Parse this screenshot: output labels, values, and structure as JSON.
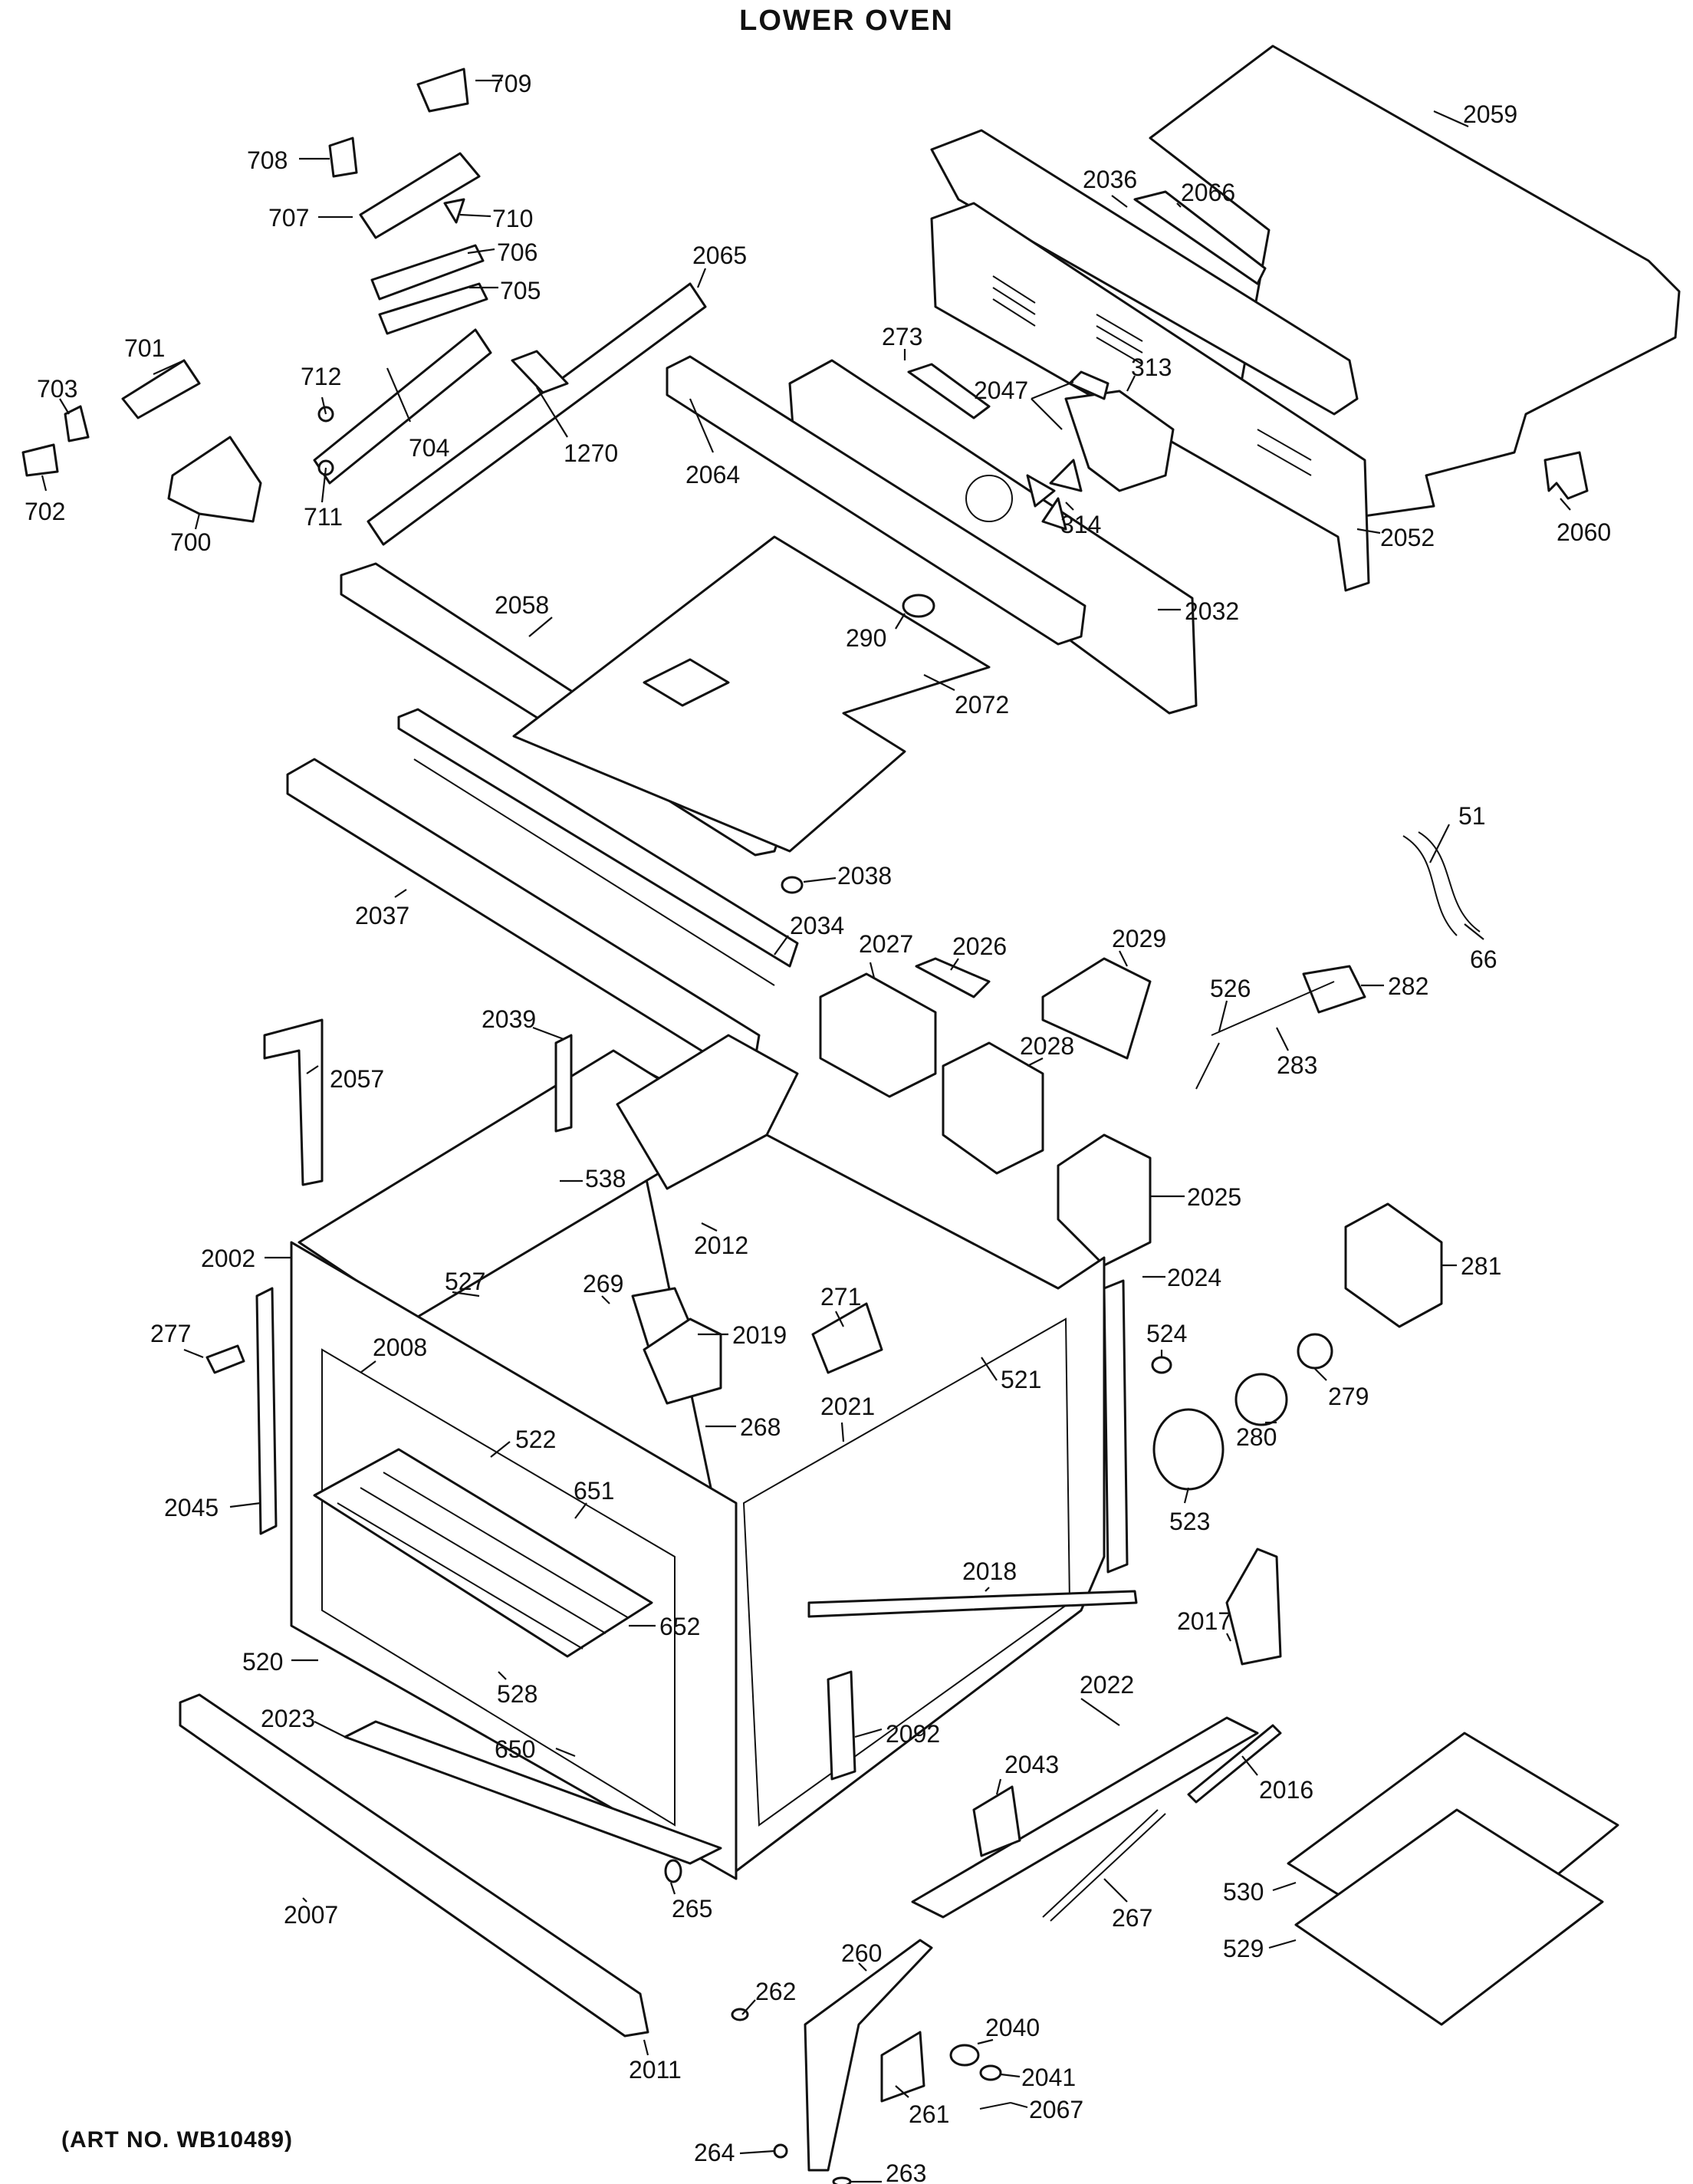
{
  "title": "LOWER OVEN",
  "art_number": "(ART NO. WB10489)",
  "labels": {
    "p709": "709",
    "p708": "708",
    "p707": "707",
    "p710": "710",
    "p706": "706",
    "p705": "705",
    "p704": "704",
    "p712": "712",
    "p711": "711",
    "p701": "701",
    "p703": "703",
    "p702": "702",
    "p700": "700",
    "p1270": "1270",
    "p2065": "2065",
    "p2064": "2064",
    "p2058": "2058",
    "p290": "290",
    "p2072": "2072",
    "p2032": "2032",
    "p273": "273",
    "p2047": "2047",
    "p313": "313",
    "p314": "314",
    "p2036": "2036",
    "p2066": "2066",
    "p2059": "2059",
    "p2052": "2052",
    "p2060": "2060",
    "p2037": "2037",
    "p2038": "2038",
    "p2034": "2034",
    "p2027": "2027",
    "p2026": "2026",
    "p2029": "2029",
    "p2028": "2028",
    "p51": "51",
    "p66": "66",
    "p526": "526",
    "p282": "282",
    "p283": "283",
    "p2039": "2039",
    "p2057": "2057",
    "p538": "538",
    "p2012": "2012",
    "p2025": "2025",
    "p2002": "2002",
    "p527": "527",
    "p269": "269",
    "p2019": "2019",
    "p271": "271",
    "p2024": "2024",
    "p281": "281",
    "p277": "277",
    "p2008": "2008",
    "p268": "268",
    "p2021": "2021",
    "p521": "521",
    "p524": "524",
    "p279": "279",
    "p280": "280",
    "p522": "522",
    "p651": "651",
    "p2045": "2045",
    "p523": "523",
    "p2018": "2018",
    "p652": "652",
    "p2017": "2017",
    "p520": "520",
    "p528": "528",
    "p2023": "2023",
    "p2022": "2022",
    "p2092": "2092",
    "p650": "650",
    "p2043": "2043",
    "p2016": "2016",
    "p530": "530",
    "p2007": "2007",
    "p267": "267",
    "p265": "265",
    "p529": "529",
    "p260": "260",
    "p262": "262",
    "p2040": "2040",
    "p2041": "2041",
    "p261": "261",
    "p2067": "2067",
    "p2011": "2011",
    "p264": "264",
    "p263": "263"
  }
}
